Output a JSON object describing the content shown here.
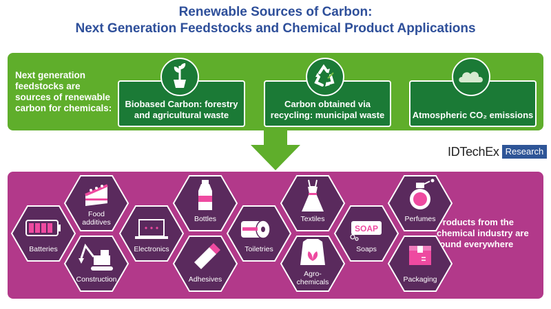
{
  "title": {
    "line1": "Renewable Sources of Carbon:",
    "line2": "Next Generation Feedstocks and Chemical Product Applications"
  },
  "feedstocks": {
    "lead": "Next generation feedstocks are sources of renewable carbon for chemicals:",
    "items": [
      {
        "label": "Biobased Carbon: forestry and agricultural waste",
        "icon": "plant-pot-icon"
      },
      {
        "label": "Carbon obtained via recycling: municipal waste",
        "icon": "recycle-icon"
      },
      {
        "label": "Atmospheric CO₂ emissions",
        "icon": "cloud-icon"
      }
    ]
  },
  "logo": {
    "brand": "IDTechEx",
    "tag": "Research"
  },
  "products": {
    "lead": "Products from the chemical industry are found everywhere",
    "items": [
      {
        "label": "Batteries",
        "icon": "battery-icon"
      },
      {
        "label": "Food additives",
        "icon": "cake-icon"
      },
      {
        "label": "Construction",
        "icon": "excavator-icon"
      },
      {
        "label": "Electronics",
        "icon": "laptop-icon"
      },
      {
        "label": "Bottles",
        "icon": "bottle-icon"
      },
      {
        "label": "Adhesives",
        "icon": "glue-tube-icon"
      },
      {
        "label": "Toiletries",
        "icon": "toilet-paper-icon"
      },
      {
        "label": "Textiles",
        "icon": "dress-icon"
      },
      {
        "label": "Agro-chemicals",
        "icon": "fertilizer-bag-icon"
      },
      {
        "label": "Soaps",
        "icon": "soap-icon"
      },
      {
        "label": "Perfumes",
        "icon": "perfume-icon"
      },
      {
        "label": "Packaging",
        "icon": "box-icon"
      }
    ]
  },
  "colors": {
    "title": "#2e4f9a",
    "green_panel": "#5fae2b",
    "green_box": "#1b7a36",
    "purple_panel": "#b2398a",
    "hexagon": "#5a2a5d",
    "logo_badge": "#2e5597"
  }
}
